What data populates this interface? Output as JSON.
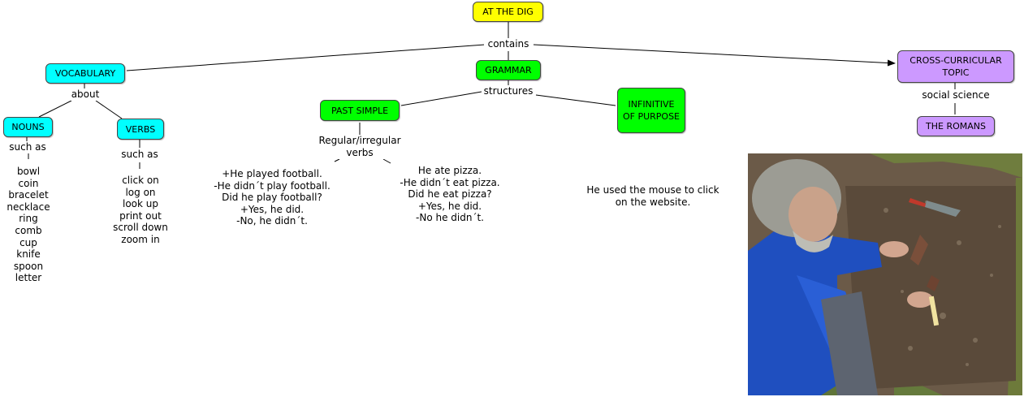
{
  "colors": {
    "root": "#ffff00",
    "vocabulary": "#00ffff",
    "grammar": "#00ff00",
    "cross_curricular": "#cc99ff"
  },
  "nodes": {
    "at_the_dig": "AT THE DIG",
    "vocabulary": "VOCABULARY",
    "grammar": "GRAMMAR",
    "cross_curricular": "CROSS-CURRICULAR TOPIC",
    "nouns": "NOUNS",
    "verbs": "VERBS",
    "past_simple": "PAST SIMPLE",
    "infinitive_of_purpose": "INFINITIVE OF PURPOSE",
    "the_romans": "THE ROMANS"
  },
  "links": {
    "contains": "contains",
    "about": "about",
    "structures": "structures",
    "social_science": "social science",
    "such_as_nouns": "such as",
    "such_as_verbs": "such as",
    "regular_irregular": "Regular/irregular verbs"
  },
  "nouns_list": [
    "bowl",
    "coin",
    "bracelet",
    "necklace",
    "ring",
    "comb",
    "cup",
    "knife",
    "spoon",
    "letter"
  ],
  "verbs_list": [
    "click on",
    "log on",
    "look up",
    "print out",
    "scroll down",
    "zoom in"
  ],
  "examples_regular": [
    "+He played football.",
    "-He didn´t play football.",
    "Did he play football?",
    "+Yes, he did.",
    "-No, he didn´t."
  ],
  "examples_irregular": [
    "He ate pizza.",
    "-He didn´t eat pizza.",
    "Did he eat pizza?",
    "+Yes, he did.",
    "-No he didn´t."
  ],
  "purpose_example": [
    "He used the mouse to click",
    "on the website."
  ]
}
